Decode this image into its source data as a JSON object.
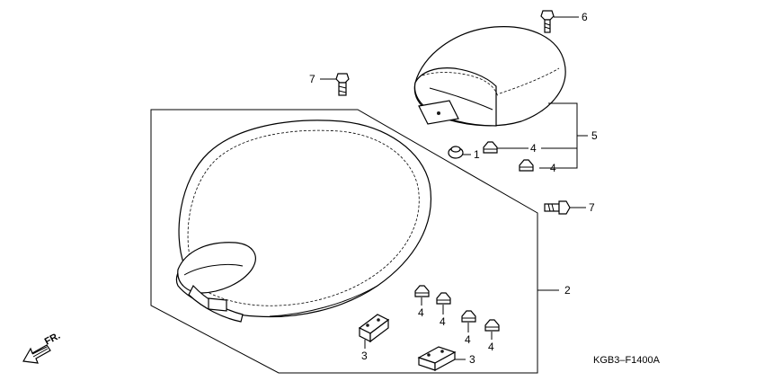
{
  "diagram": {
    "code": "KGB3–F1400A",
    "direction_label": "FR.",
    "callouts": {
      "c1": "1",
      "c2": "2",
      "c3a": "3",
      "c3b": "3",
      "c4a": "4",
      "c4b": "4",
      "c4c": "4",
      "c4d": "4",
      "c4e": "4",
      "c4f": "4",
      "c5": "5",
      "c6": "6",
      "c7a": "7",
      "c7b": "7"
    }
  }
}
